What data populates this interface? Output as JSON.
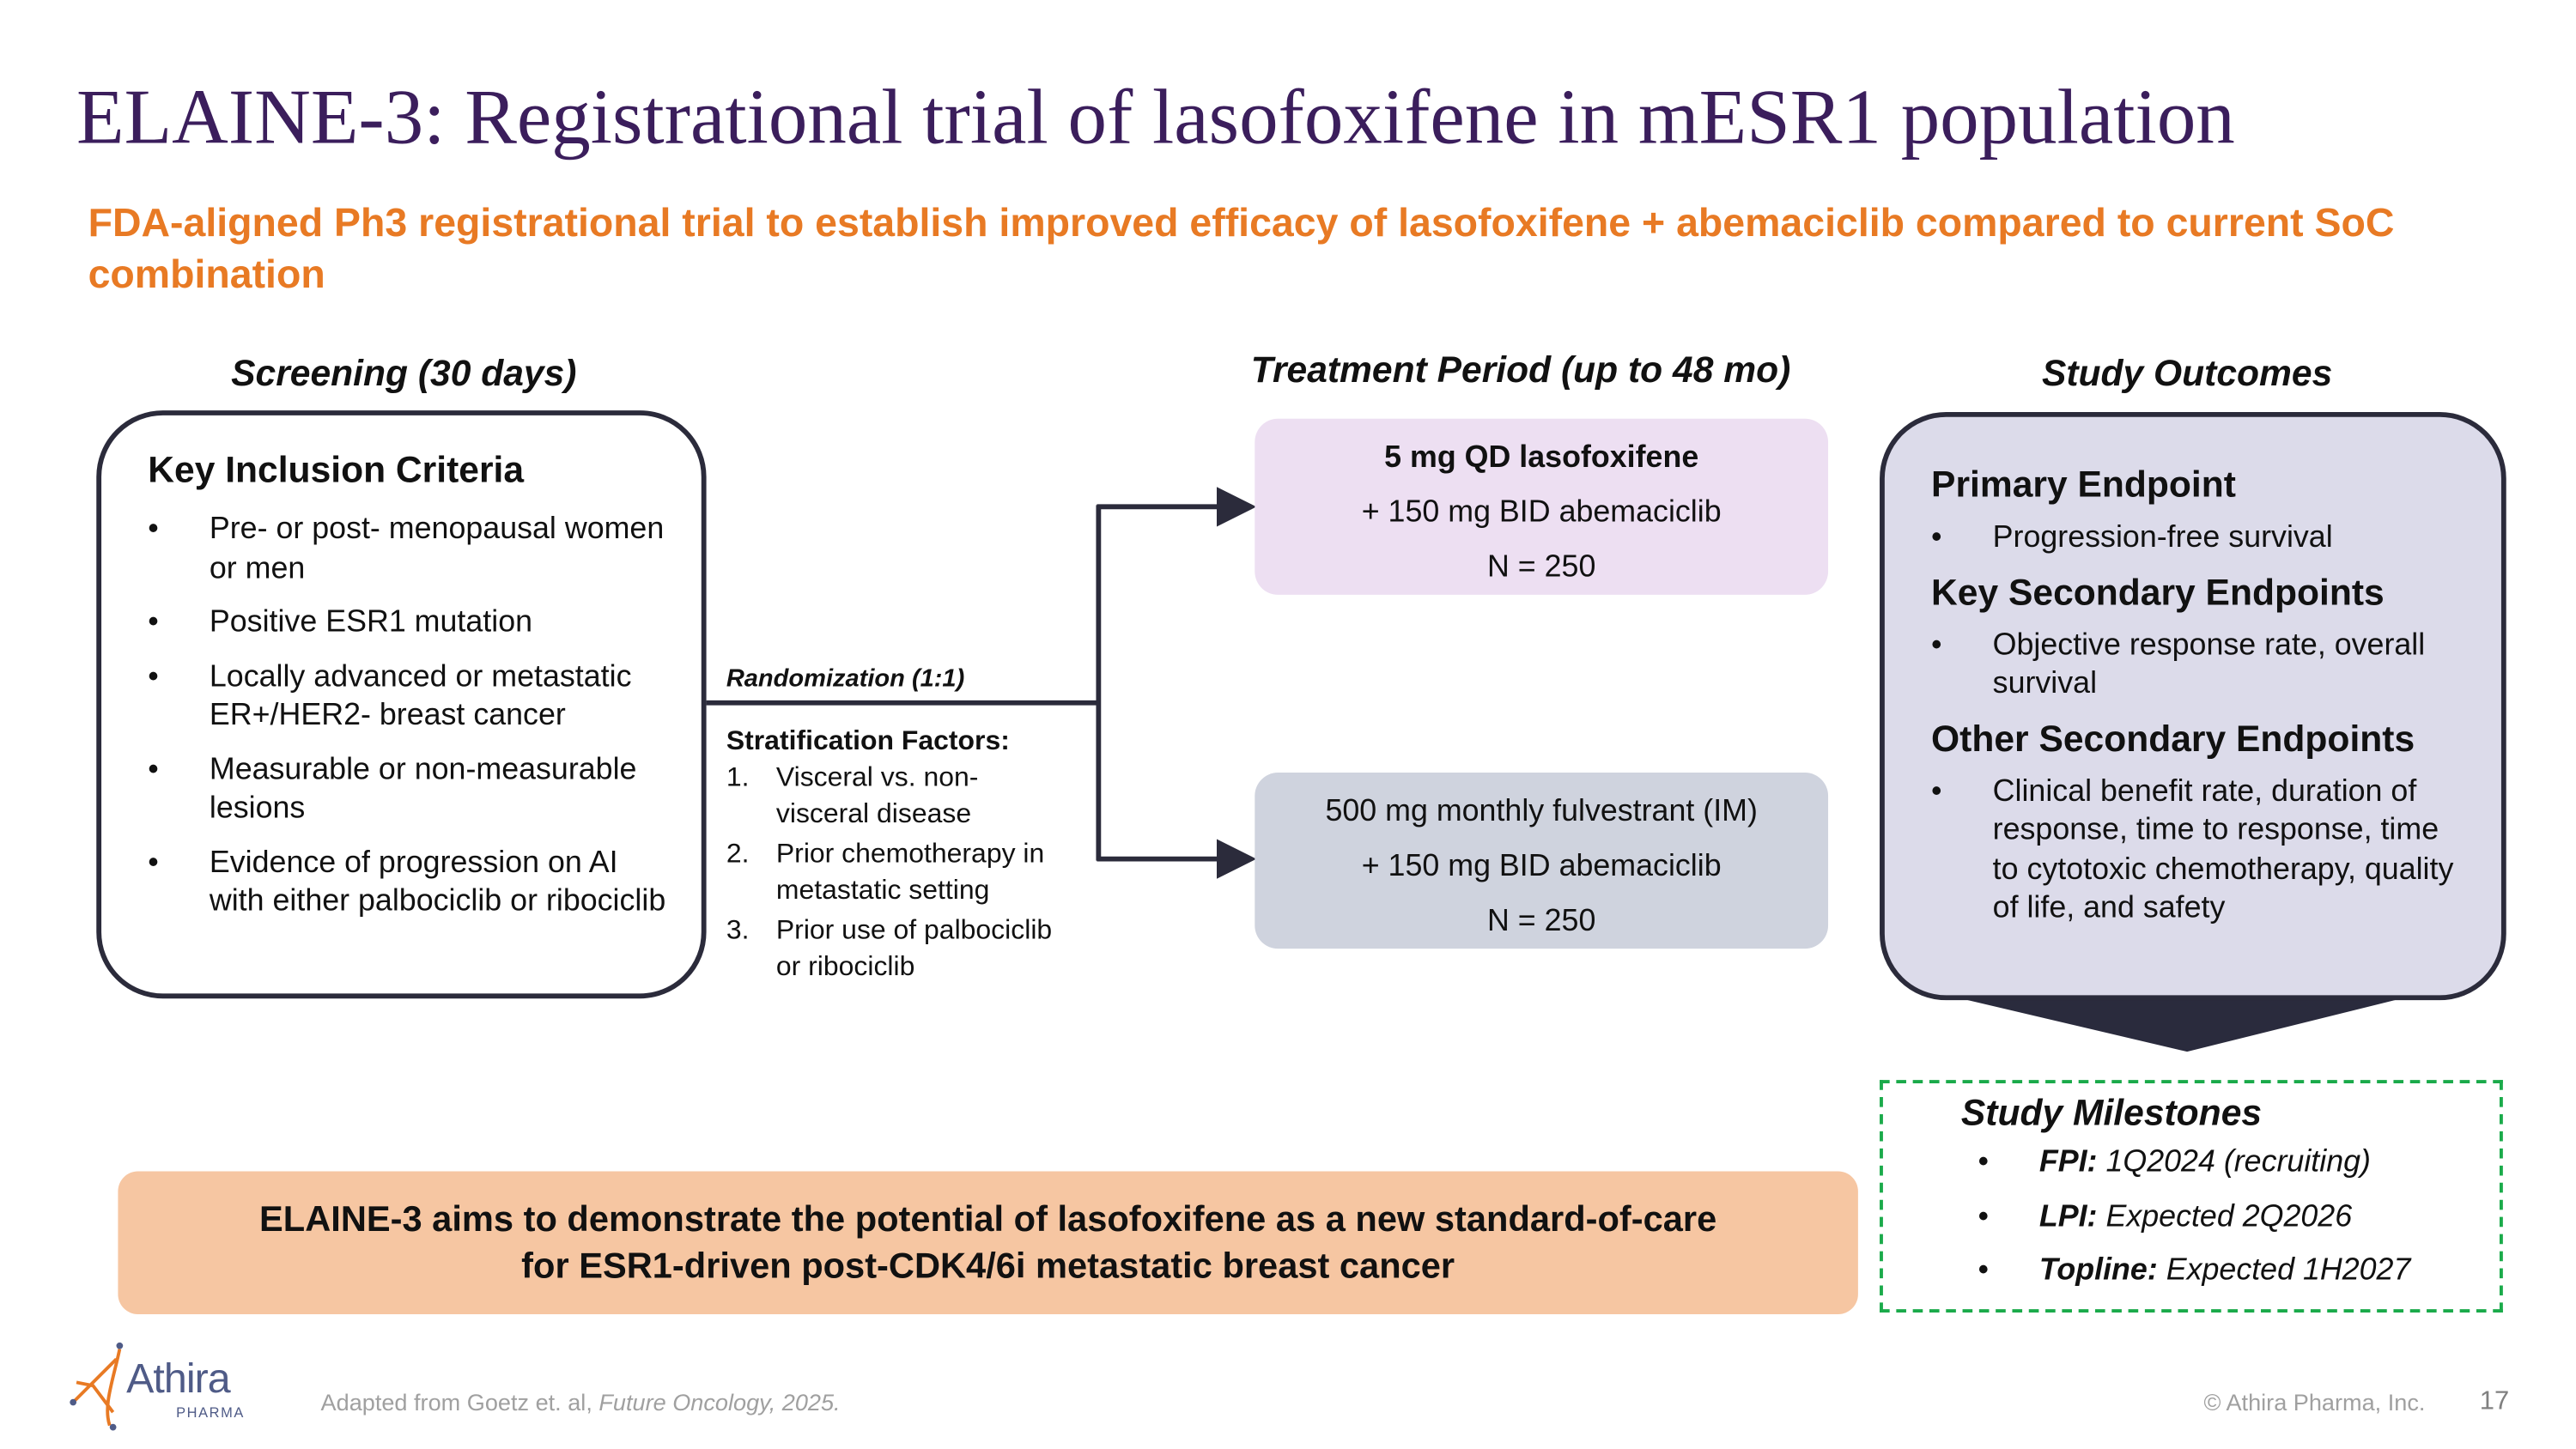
{
  "title": "ELAINE-3: Registrational trial of lasofoxifene in mESR1 population",
  "subtitle": "FDA-aligned Ph3 registrational trial to establish improved efficacy of lasofoxifene + abemaciclib compared to current SoC combination",
  "screening": {
    "header": "Screening (30 days)",
    "box_title": "Key Inclusion Criteria",
    "criteria": [
      "Pre- or post- menopausal women or men",
      "Positive ESR1 mutation",
      "Locally advanced or metastatic ER+/HER2- breast cancer",
      "Measurable or non-measurable lesions",
      "Evidence of progression on AI with either palbociclib or ribociclib"
    ]
  },
  "randomization": {
    "label": "Randomization (1:1)",
    "strat_title": "Stratification Factors:",
    "factors": [
      {
        "num": "1.",
        "text": "Visceral vs. non-visceral disease"
      },
      {
        "num": "2.",
        "text": "Prior chemotherapy in metastatic setting"
      },
      {
        "num": "3.",
        "text": "Prior use of palbociclib or ribociclib"
      }
    ]
  },
  "treatment": {
    "header": "Treatment Period (up to 48 mo)",
    "arm1": {
      "line1": "5 mg QD lasofoxifene",
      "line2": "+ 150 mg BID abemaciclib",
      "n": "N = 250"
    },
    "arm2": {
      "line1": "500 mg monthly fulvestrant (IM)",
      "line2": "+ 150 mg BID abemaciclib",
      "n": "N = 250"
    }
  },
  "outcomes": {
    "header": "Study Outcomes",
    "primary_title": "Primary Endpoint",
    "primary": [
      "Progression-free survival"
    ],
    "key_secondary_title": "Key Secondary Endpoints",
    "key_secondary": [
      "Objective response rate, overall survival"
    ],
    "other_secondary_title": "Other Secondary Endpoints",
    "other_secondary": [
      "Clinical benefit rate, duration of response, time to response, time to cytotoxic chemotherapy, quality of life, and safety"
    ]
  },
  "milestones": {
    "title": "Study Milestones",
    "items": [
      {
        "label": "FPI:",
        "value": "1Q2024 (recruiting)"
      },
      {
        "label": "LPI:",
        "value": "Expected 2Q2026"
      },
      {
        "label": "Topline:",
        "value": "Expected 1H2027"
      }
    ]
  },
  "banner": {
    "line1": "ELAINE-3 aims to demonstrate the potential of lasofoxifene as a new standard-of-care",
    "line2": "for ESR1-driven post-CDK4/6i metastatic breast cancer"
  },
  "footer": {
    "logo_text": "Athira",
    "logo_sub": "PHARMA",
    "citation_prefix": "Adapted from Goetz et. al, ",
    "citation_journal": "Future Oncology, 2025.",
    "copyright": "© Athira Pharma, Inc.",
    "page_number": "17"
  },
  "colors": {
    "title": "#3b1e5c",
    "accent": "#e87a24",
    "arm1_bg": "#eddff2",
    "arm2_bg": "#cfd3de",
    "outcomes_bg": "#dcdbea",
    "banner_bg": "#f6c6a2",
    "milestone_border": "#1aaa4a"
  }
}
